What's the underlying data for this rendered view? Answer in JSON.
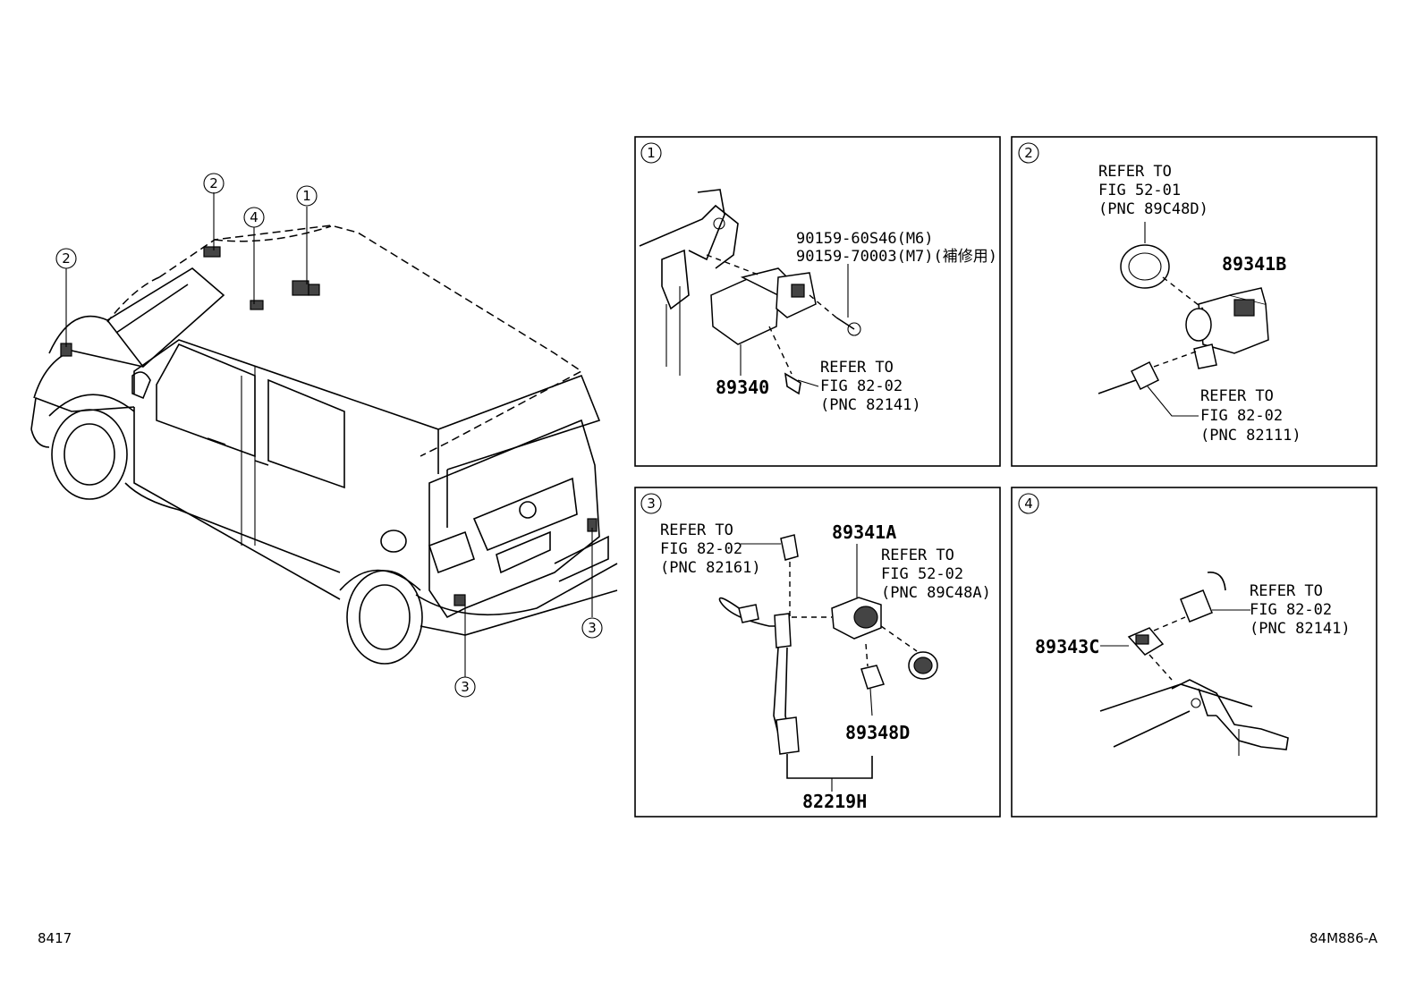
{
  "figure": {
    "footer_left": "8417",
    "footer_right": "84M886-A"
  },
  "vehicle_callouts": [
    "1",
    "2",
    "2",
    "4",
    "3",
    "3"
  ],
  "panels": [
    {
      "id": "1",
      "labels": {
        "bolt_a": "90159-60S46(M6)",
        "bolt_b": "90159-70003(M7)(補修用)",
        "part": "89340",
        "ref_1": "REFER TO",
        "ref_2": "FIG 82-02",
        "ref_3": "(PNC 82141)"
      }
    },
    {
      "id": "2",
      "labels": {
        "ref_top_1": "REFER TO",
        "ref_top_2": "FIG 52-01",
        "ref_top_3": "(PNC 89C48D)",
        "part": "89341B",
        "ref_bot_1": "REFER TO",
        "ref_bot_2": "FIG 82-02",
        "ref_bot_3": "(PNC 82111)"
      }
    },
    {
      "id": "3",
      "labels": {
        "ref_left_1": "REFER TO",
        "ref_left_2": "FIG 82-02",
        "ref_left_3": "(PNC 82161)",
        "part_a": "89341A",
        "ref_right_1": "REFER TO",
        "ref_right_2": "FIG 52-02",
        "ref_right_3": "(PNC 89C48A)",
        "part_d": "89348D",
        "part_h": "82219H"
      }
    },
    {
      "id": "4",
      "labels": {
        "part": "89343C",
        "ref_1": "REFER TO",
        "ref_2": "FIG 82-02",
        "ref_3": "(PNC 82141)"
      }
    }
  ]
}
